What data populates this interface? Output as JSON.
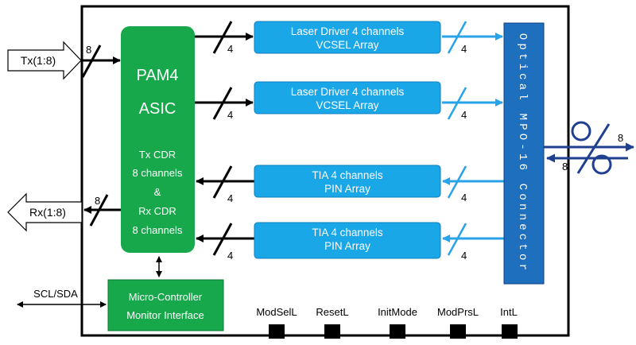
{
  "asic": {
    "title_line1": "PAM4",
    "title_line2": "ASIC",
    "tx_line1": "Tx CDR",
    "tx_line2": "8 channels",
    "ampersand": "&",
    "rx_line1": "Rx CDR",
    "rx_line2": "8 channels"
  },
  "laser_drivers": [
    {
      "line1": "Laser Driver 4 channels",
      "line2": "VCSEL Array"
    },
    {
      "line1": "Laser Driver 4 channels",
      "line2": "VCSEL Array"
    }
  ],
  "tias": [
    {
      "line1": "TIA 4 channels",
      "line2": "PIN Array"
    },
    {
      "line1": "TIA 4 channels",
      "line2": "PIN Array"
    }
  ],
  "connector": {
    "label": "Optical MPO-16 Connector"
  },
  "microcontroller": {
    "line1": "Micro-Controller",
    "line2": "Monitor Interface"
  },
  "io": {
    "tx": "Tx(1:8)",
    "rx": "Rx(1:8)",
    "scl_sda": "SCL/SDA",
    "tx_width": "8",
    "rx_width": "8",
    "optical_out_width": "8",
    "optical_in_width": "8"
  },
  "lane_width": "4",
  "pins": [
    "ModSelL",
    "ResetL",
    "InitMode",
    "ModPrsL",
    "IntL"
  ],
  "colors": {
    "asic_green": "#16a84a",
    "block_blue": "#1aa7e8",
    "connector_blue": "#1f6fbf",
    "signal_blue": "#29a3e8",
    "optical_navy": "#1f3f8f"
  }
}
